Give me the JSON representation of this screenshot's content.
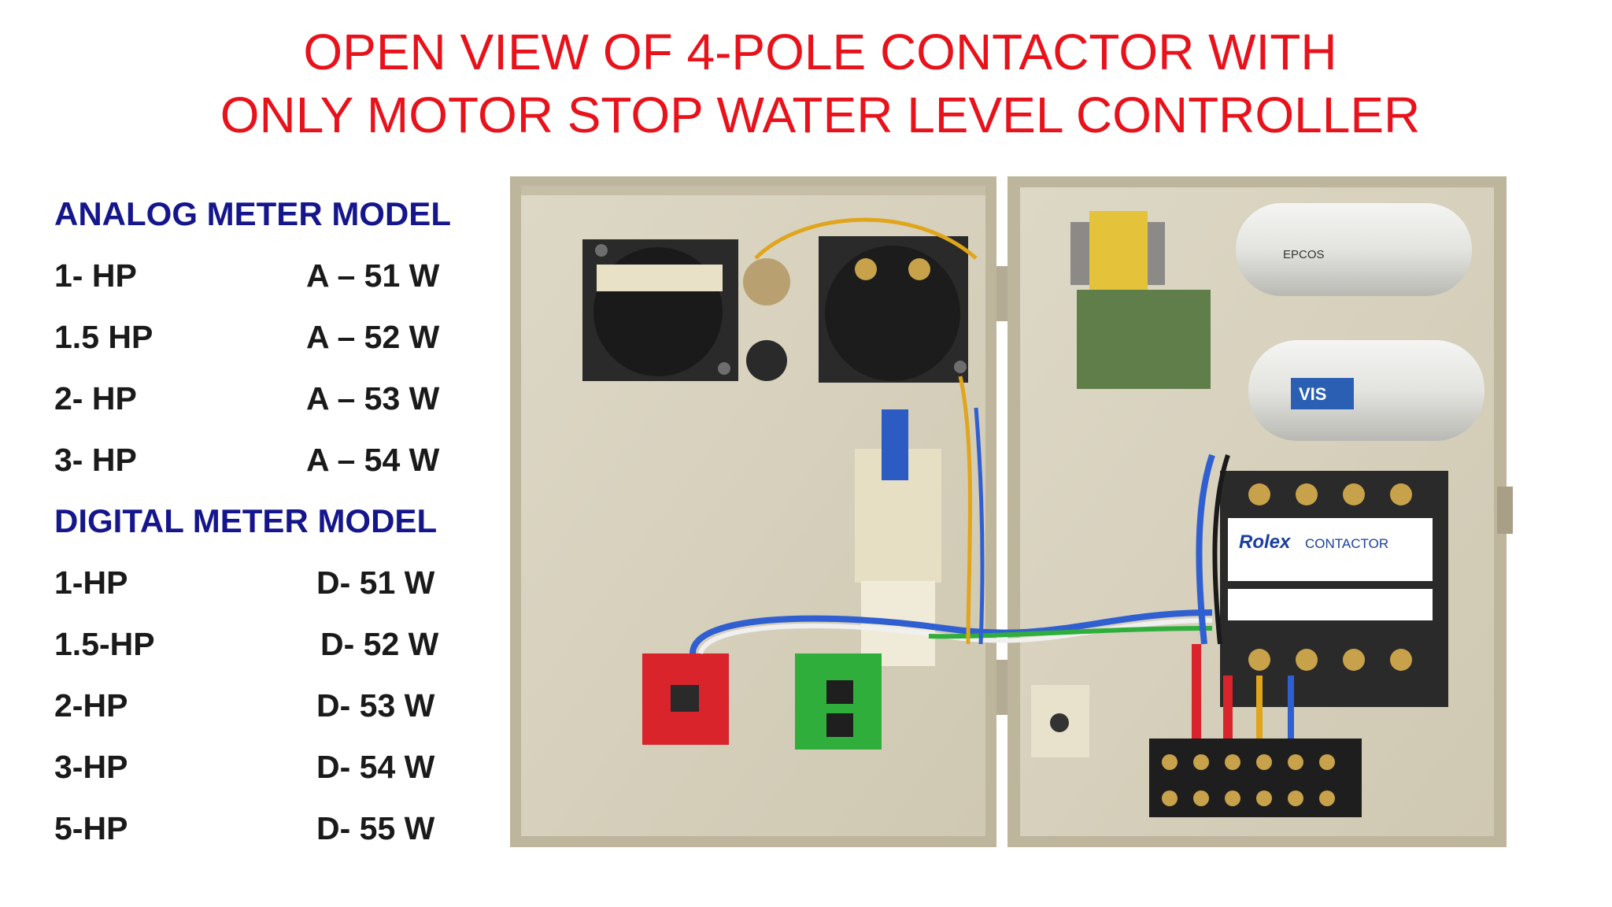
{
  "title": {
    "line1": "OPEN VIEW OF 4-POLE CONTACTOR WITH",
    "line2": "ONLY MOTOR STOP WATER LEVEL CONTROLLER"
  },
  "analog": {
    "heading": "ANALOG METER MODEL",
    "rows": [
      {
        "hp": "1- HP",
        "model": "A – 51 W"
      },
      {
        "hp": "1.5 HP",
        "model": "A – 52 W"
      },
      {
        "hp": "2- HP",
        "model": "A – 53 W"
      },
      {
        "hp": "3- HP",
        "model": "A – 54 W"
      }
    ]
  },
  "digital": {
    "heading": "DIGITAL METER MODEL",
    "rows": [
      {
        "hp": "1-HP",
        "model": "D- 51 W"
      },
      {
        "hp": "1.5-HP",
        "model": "D- 52 W"
      },
      {
        "hp": "2-HP",
        "model": "D- 53 W"
      },
      {
        "hp": "3-HP",
        "model": "D- 54 W"
      },
      {
        "hp": "5-HP",
        "model": "D- 55 W"
      }
    ]
  },
  "photo_labels": {
    "contactor_brand": "Rolex",
    "contactor_word": "CONTACTOR",
    "capacitor_brand": "EPCOS",
    "capacitor2_brand": "VIS"
  },
  "colors": {
    "title": "#e8121b",
    "heading": "#15168c",
    "panel": "#d8d2bf"
  }
}
